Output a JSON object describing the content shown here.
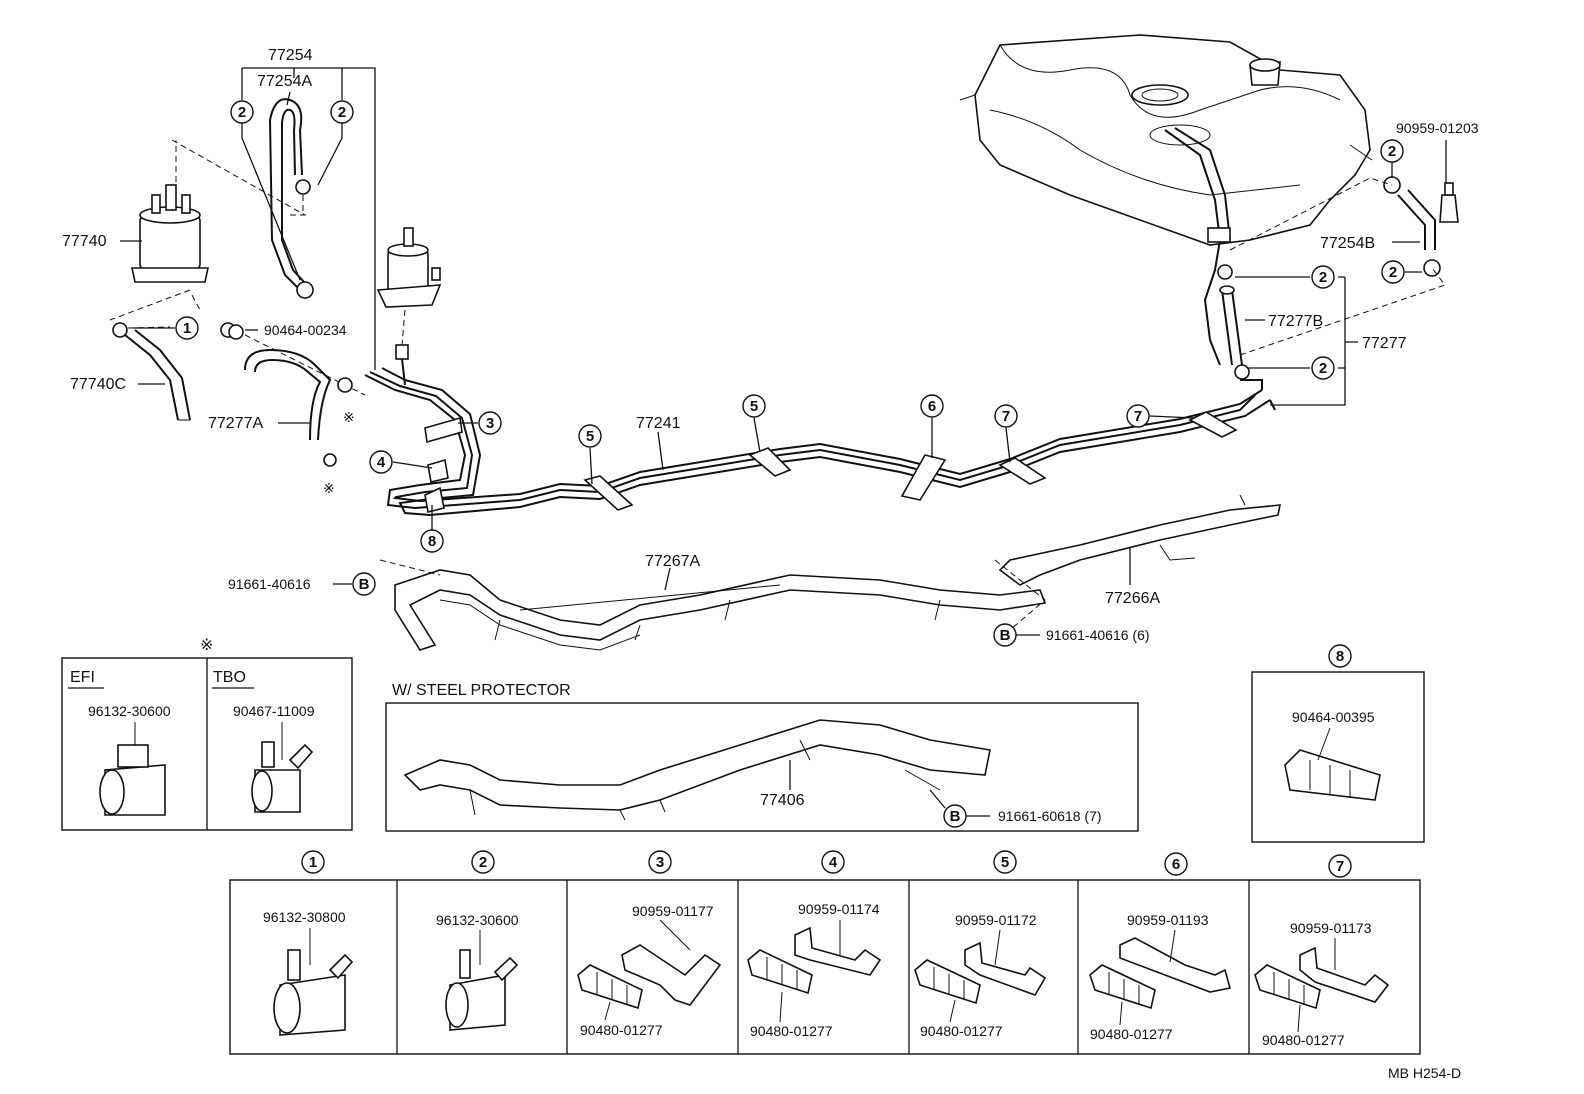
{
  "labels": {
    "p77254": "77254",
    "p77254A": "77254A",
    "p77740": "77740",
    "p77740C": "77740C",
    "p90464_00234": "90464-00234",
    "p77277A": "77277A",
    "p77241": "77241",
    "p90959_01203": "90959-01203",
    "p77254B": "77254B",
    "p77277B": "77277B",
    "p77277": "77277",
    "p77267A": "77267A",
    "p77266A": "77266A",
    "p91661_40616_left": "91661-40616",
    "p91661_40616_6": "91661-40616 (6)",
    "p77406": "77406",
    "p91661_60618_7": "91661-60618 (7)",
    "steel_protector": "W/ STEEL  PROTECTOR",
    "ref_mark": "※",
    "efi": "EFI",
    "tbo": "TBO",
    "p96132_30600_efi": "96132-30600",
    "p90467_11009": "90467-11009",
    "p90464_00395": "90464-00395",
    "footer": "MB  H254-D"
  },
  "callouts": {
    "c1": "1",
    "c2": "2",
    "c3": "3",
    "c4": "4",
    "c5": "5",
    "c6": "6",
    "c7": "7",
    "c8": "8",
    "b": "B"
  },
  "bottom_cells": [
    {
      "num": "1",
      "part_a": "96132-30800",
      "part_b": ""
    },
    {
      "num": "2",
      "part_a": "96132-30600",
      "part_b": ""
    },
    {
      "num": "3",
      "part_a": "90959-01177",
      "part_b": "90480-01277"
    },
    {
      "num": "4",
      "part_a": "90959-01174",
      "part_b": "90480-01277"
    },
    {
      "num": "5",
      "part_a": "90959-01172",
      "part_b": "90480-01277"
    },
    {
      "num": "6",
      "part_a": "90959-01193",
      "part_b": "90480-01277"
    },
    {
      "num": "7",
      "part_a": "90959-01173",
      "part_b": "90480-01277"
    }
  ]
}
